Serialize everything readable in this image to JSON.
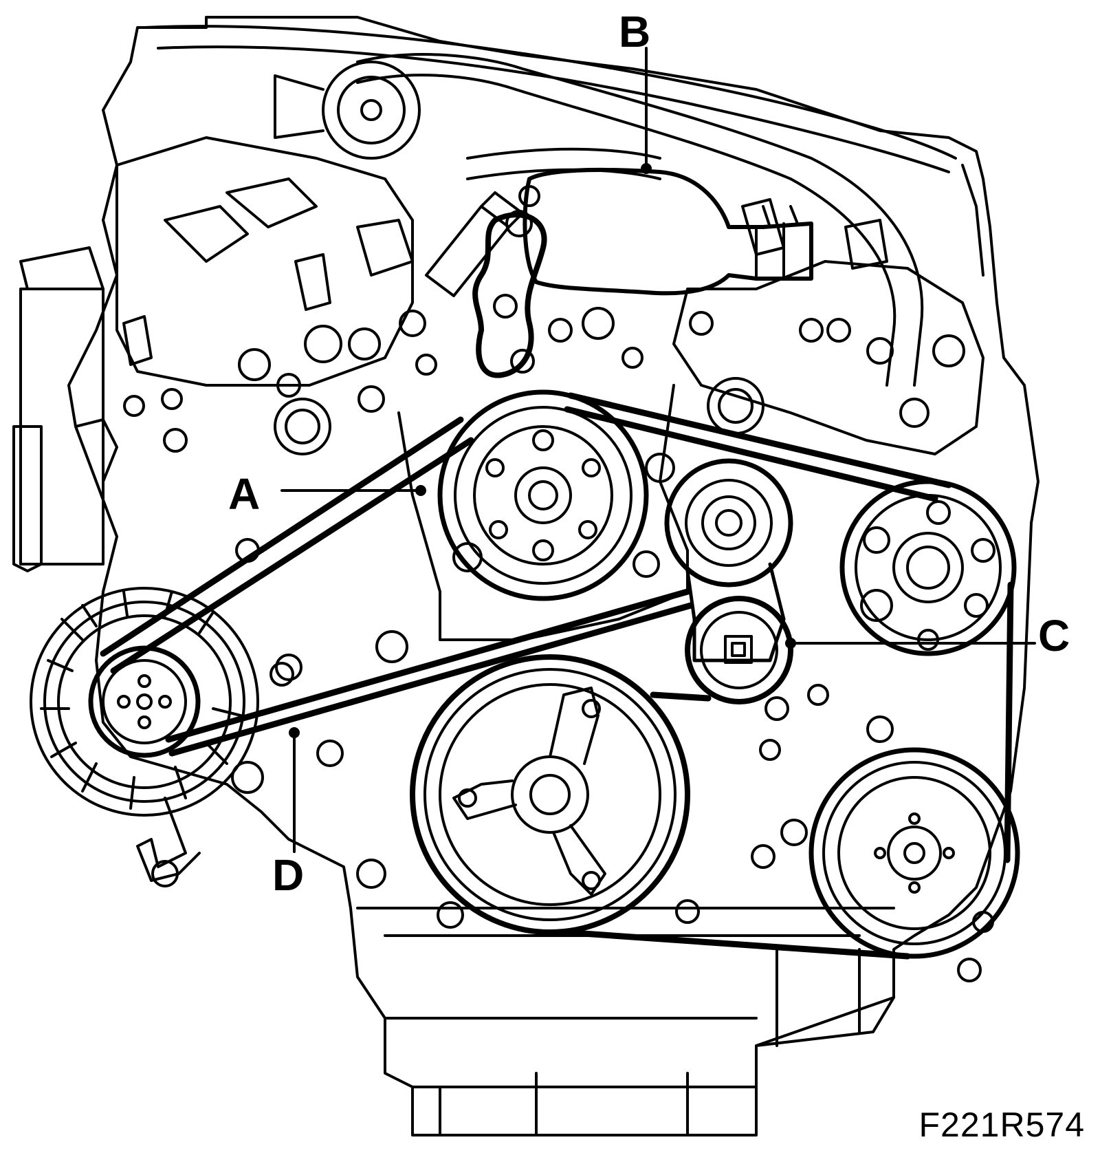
{
  "callouts": {
    "a": "A",
    "b": "B",
    "c": "C",
    "d": "D"
  },
  "figure_code": "F221R574",
  "colors": {
    "line": "#000000",
    "background": "#ffffff"
  }
}
